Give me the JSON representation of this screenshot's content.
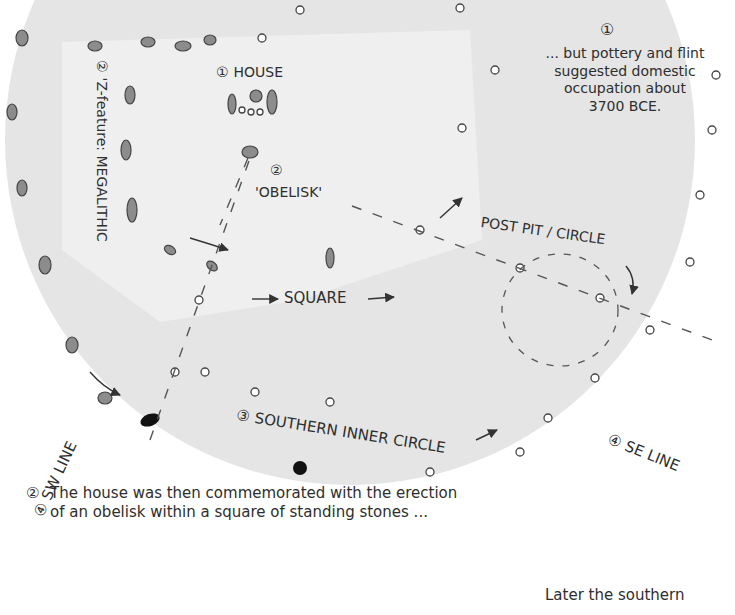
{
  "diagram": {
    "labels": [
      "①",
      "... but pottery and flint suggested domestic occupation about 3700 BCE.",
      "①",
      "HOUSE",
      "②",
      "'OBELISK'",
      "②",
      "'Z-feature: MEGALITHIC",
      "SQUARE",
      "POST PIT / CIRCLE",
      "③",
      "SOUTHERN INNER CIRCLE",
      "④",
      "SW LINE",
      "④",
      "SE LINE",
      "②",
      "The house was then commemorated with the erection of an obelisk within a square of standing stones ...",
      "Later the southern"
    ]
  }
}
